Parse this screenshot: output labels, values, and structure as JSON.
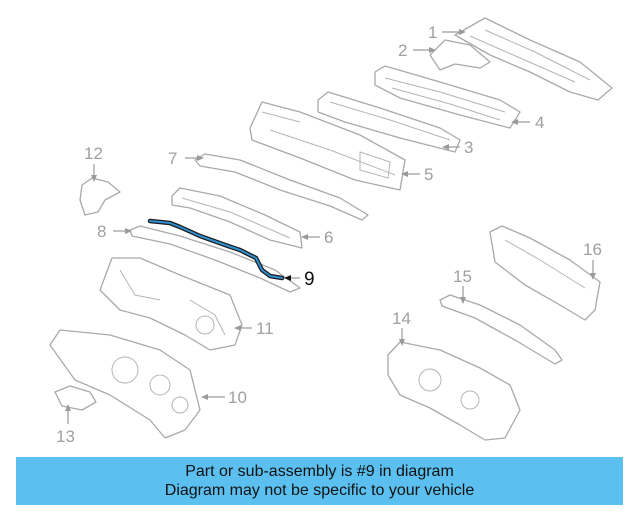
{
  "callouts": [
    "1",
    "2",
    "3",
    "4",
    "5",
    "6",
    "7",
    "8",
    "9",
    "10",
    "11",
    "12",
    "13",
    "14",
    "15",
    "16"
  ],
  "highlighted_callout": "9",
  "colors": {
    "banner": "#5bc0f0",
    "highlight": "#2f8fd0",
    "line_art": "#a9a9a9"
  },
  "banner": {
    "line1": "Part or sub-assembly is #9 in diagram",
    "line2": "Diagram may not be specific to your vehicle"
  }
}
